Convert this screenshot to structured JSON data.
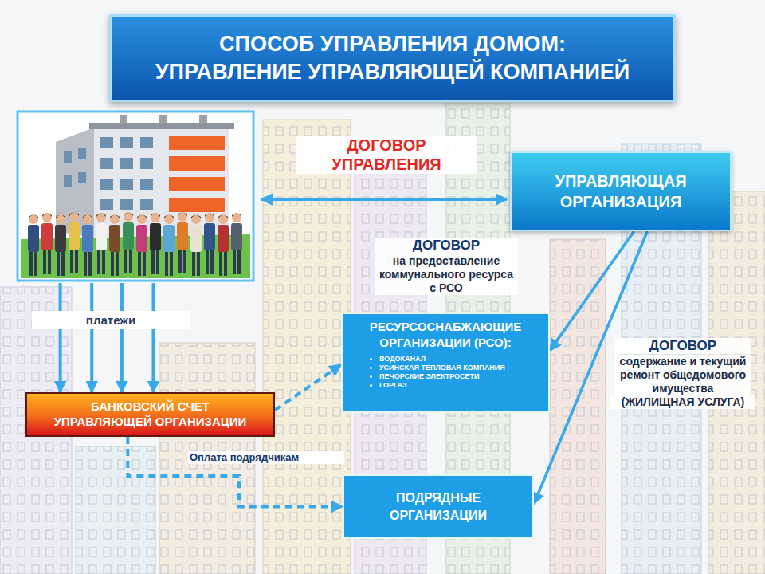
{
  "diagram": {
    "title": "СПОСОБ УПРАВЛЕНИЯ ДОМОМ: УПРАВЛЕНИЕ УПРАВЛЯЮЩЕЙ КОМПАНИЕЙ",
    "nodes": [
      {
        "text": [
          "УПРАВЛЯЮЩАЯ ОРГАНИЗАЦИЯ"
        ]
      },
      {
        "text": [
          "платежи"
        ]
      },
      {
        "text": [
          "РЕСУРСОСНАБЖАЮЩИЕ ОРГАНИЗАЦИИ (РСО):",
          "ВОДОКАНАЛ",
          "УСИНСКАЯ ТЕПЛОВАЯ КОМПАНИЯ",
          "ПЕЧОРСКИЕ ЭЛЕКТРОСЕТИ",
          "ГОРГАЗ"
        ]
      },
      {
        "text": [
          "БАНКОВСКИЙ СЧЕТ УПРАВЛЯЮЩЕЙ ОРГАНИЗАЦИИ"
        ]
      },
      {
        "text": [
          "ПОДРЯДНЫЕ ОРГАНИЗАЦИИ"
        ]
      }
    ],
    "edges": [
      {
        "from": 0,
        "to": 2,
        "arrow": "to"
      },
      {
        "from": 0,
        "to": 4,
        "arrow": "to"
      },
      {
        "from": 1,
        "to": 3,
        "arrow": "to"
      },
      {
        "from": 3,
        "to": 2,
        "arrow": "to"
      },
      {
        "from": 3,
        "to": 4,
        "label": "Оплата подрядчикам",
        "arrow": "to"
      }
    ],
    "labels": [
      "ДОГОВОР УПРАВЛЕНИЯ",
      "ДОГОВОР",
      "на предоставление коммунального ресурса с РСО",
      "ДОГОВОР",
      "содержание и текущий ремонт общедомового имущества",
      "(ЖИЛИЩНАЯ УСЛУГА)"
    ]
  }
}
